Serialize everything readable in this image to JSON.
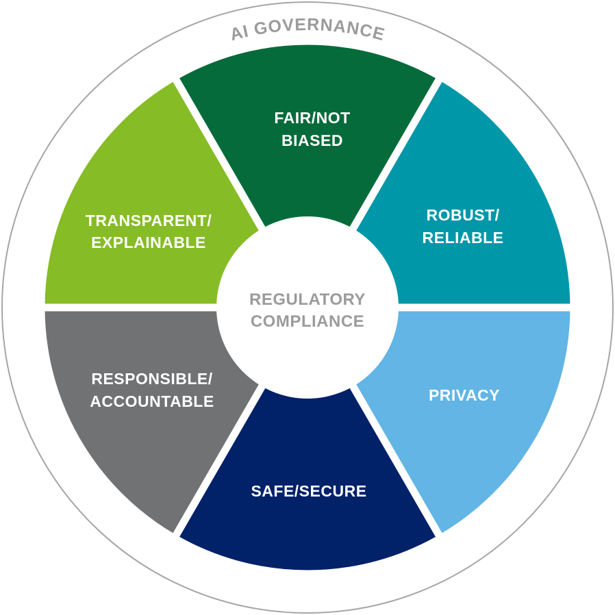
{
  "outer_ring": {
    "label": "AI GOVERNANCE",
    "color": "#9b9b9b"
  },
  "center": {
    "line1": "REGULATORY",
    "line2": "COMPLIANCE",
    "color": "#9b9b9b"
  },
  "segments": [
    {
      "line1": "FAIR/NOT",
      "line2": "BIASED",
      "color": "#066b3a"
    },
    {
      "line1": "ROBUST/",
      "line2": "RELIABLE",
      "color": "#0097a9"
    },
    {
      "line1": "PRIVACY",
      "line2": "",
      "color": "#62b5e5"
    },
    {
      "line1": "SAFE/SECURE",
      "line2": "",
      "color": "#012169"
    },
    {
      "line1": "RESPONSIBLE/",
      "line2": "ACCOUNTABLE",
      "color": "#707274"
    },
    {
      "line1": "TRANSPARENT/",
      "line2": "EXPLAINABLE",
      "color": "#86bc25"
    }
  ]
}
